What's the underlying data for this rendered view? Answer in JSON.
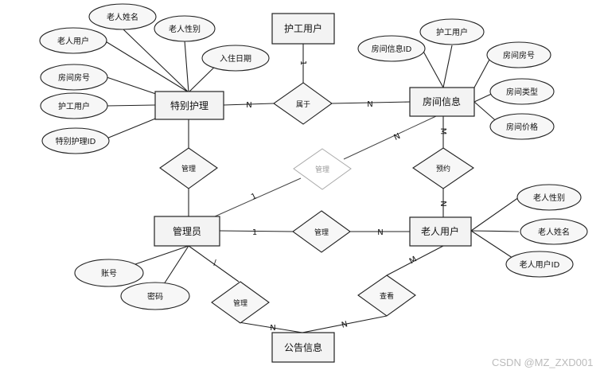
{
  "entities": {
    "special_care": "特别护理",
    "caregiver": "护工用户",
    "room_info": "房间信息",
    "admin": "管理员",
    "elderly_user": "老人用户",
    "notice": "公告信息"
  },
  "attributes": {
    "sc_elder_name": "老人姓名",
    "sc_elder_gender": "老人性别",
    "sc_elder_user": "老人用户",
    "sc_checkin_date": "入住日期",
    "sc_room_no": "房间房号",
    "sc_caregiver": "护工用户",
    "sc_id": "特别护理ID",
    "room_info_id": "房间信息ID",
    "room_caregiver": "护工用户",
    "room_no": "房间房号",
    "room_type": "房间类型",
    "room_price": "房间价格",
    "elder_gender": "老人性别",
    "elder_name": "老人姓名",
    "elder_user_id": "老人用户ID",
    "admin_account": "账号",
    "admin_password": "密码"
  },
  "relationships": {
    "belongs_to": "属于",
    "manage_sc": "管理",
    "manage_room": "管理",
    "reserve": "预约",
    "manage_elder": "管理",
    "manage_notice": "管理",
    "view_notice": "查看"
  },
  "cardinalities": {
    "caregiver_belongs": "1",
    "sc_belongs": "N",
    "room_belongs": "N",
    "room_manage": "N",
    "admin_manage_room": "1",
    "room_reserve": "M",
    "elder_reserve": "N",
    "admin_manage_elder": "1",
    "elder_manage": "N",
    "admin_manage_notice": "/",
    "notice_manage": "N",
    "elder_view": "M",
    "notice_view": "N"
  },
  "watermark": "CSDN @MZ_ZXD001"
}
